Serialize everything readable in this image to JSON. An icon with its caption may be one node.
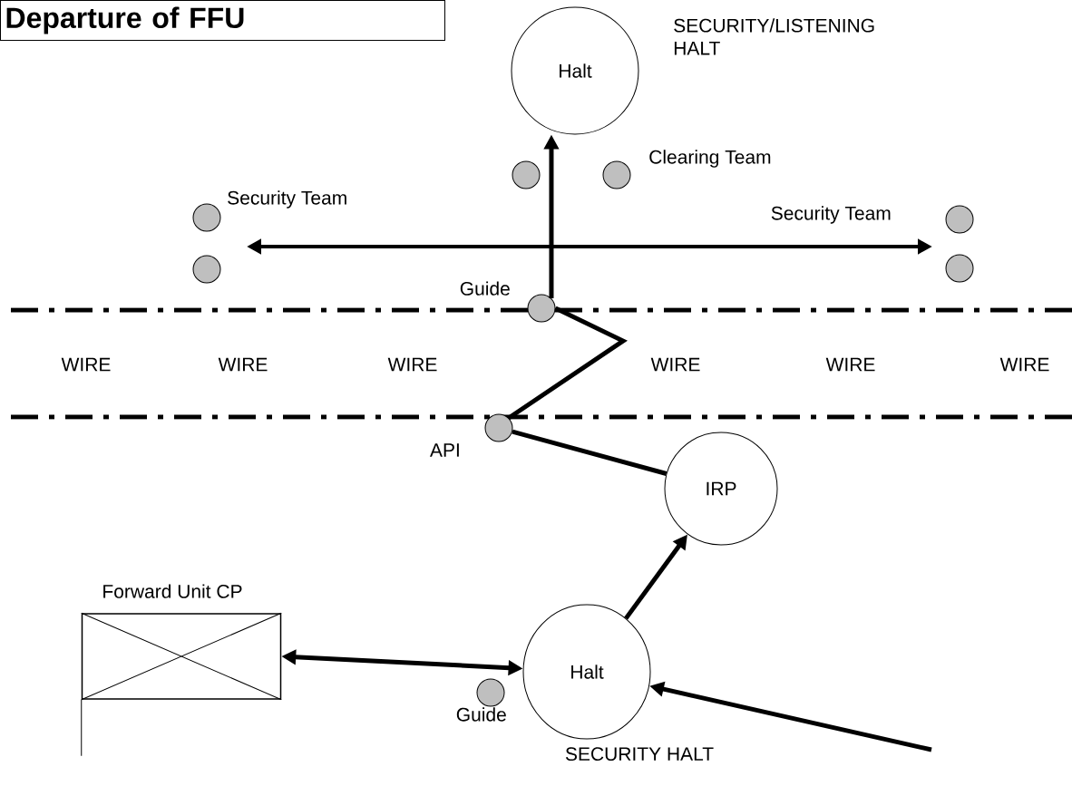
{
  "diagram": {
    "title": "Departure of FFU",
    "nodes": [
      {
        "text": [
          "Halt"
        ],
        "beside": [
          "SECURITY/LISTENING HALT"
        ]
      },
      {
        "text": [],
        "shape": "circle"
      },
      {
        "text": [],
        "shape": "circle",
        "beside": [
          "Clearing Team"
        ]
      },
      {
        "text": [],
        "shape": "circle",
        "beside": [
          "Security Team"
        ]
      },
      {
        "text": [],
        "shape": "circle"
      },
      {
        "text": [],
        "shape": "circle",
        "beside": [
          "Security Team"
        ]
      },
      {
        "text": [],
        "shape": "circle"
      },
      {
        "text": [],
        "shape": "circle",
        "beside": [
          "Guide"
        ]
      },
      {
        "text": [],
        "shape": "circle",
        "beside": [
          "API"
        ]
      },
      {
        "text": [
          "IRP"
        ]
      },
      {
        "text": [
          "Forward Unit CP"
        ]
      },
      {
        "text": [
          "Halt"
        ],
        "beside": [
          "SECURITY HALT"
        ]
      },
      {
        "text": [],
        "shape": "circle",
        "beside": [
          "Guide"
        ]
      }
    ],
    "edges": [
      {
        "from": 8,
        "to": 7,
        "arrow": "none"
      },
      {
        "from": 7,
        "to": 0,
        "arrow": "to"
      },
      {
        "from": 8,
        "to": 9,
        "arrow": "none"
      },
      {
        "from": 11,
        "to": 9,
        "arrow": "to"
      },
      {
        "from": 10,
        "to": 11,
        "arrow": "both"
      },
      {
        "from": null,
        "to": 11,
        "arrow": "to"
      }
    ],
    "labels": [
      "WIRE",
      "WIRE",
      "WIRE",
      "WIRE",
      "WIRE",
      "WIRE"
    ]
  }
}
